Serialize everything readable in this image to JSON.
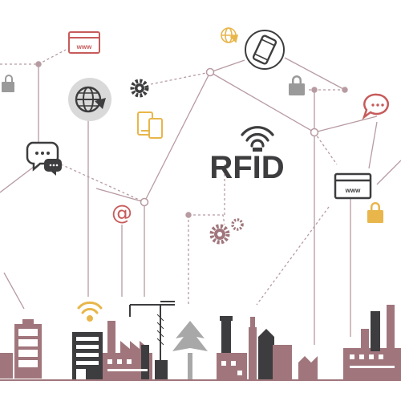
{
  "labels": {
    "rfid": "RFID",
    "www_top": "www",
    "www_right": "www",
    "at_symbol": "@"
  },
  "colors": {
    "line": "#b79ba2",
    "dark": "#3d3d3f",
    "red": "#c75b5b",
    "rose": "#a0767c",
    "gold": "#e8b64b",
    "grey": "#9a9a9a",
    "tree": "#a8a8a8"
  },
  "icons": [
    "www-window-icon",
    "globe-cursor-icon",
    "gear-icon",
    "mobile-devices-icon",
    "smartphone-icon",
    "lock-icon",
    "chat-bubbles-icon",
    "at-sign-icon",
    "wifi-signal-icon",
    "factory-icon",
    "tree-icon",
    "construction-crane-icon",
    "battery-icon"
  ]
}
